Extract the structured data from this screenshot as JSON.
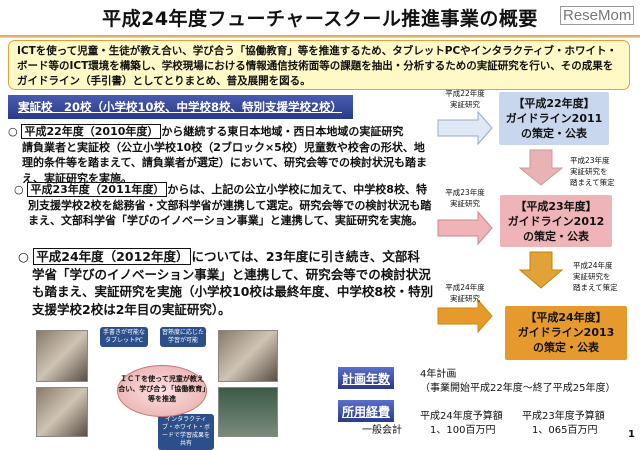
{
  "title": "平成24年度フューチャースクール推進事業の概要",
  "logo": "ReseMom",
  "intro": "ICTを使って児童・生徒が教え合い、学び合う「協働教育」等を推進するため、タブレットPCやインタラクティブ・ホワイト・ボード等のICT環境を構築し、学校現場における情報通信技術面等の課題を抽出・分析するための実証研究を行い、その成果をガイドライン（手引書）としてとりまとめ、普及展開を図る。",
  "banner": "実証校　20校（小学校10校、中学校8校、特別支援学校2校）",
  "paragraphs": [
    {
      "bullet": "○",
      "year": "平成22年度（2010年度）",
      "first": "から継続する東日本地域・西日本地域の実証研究",
      "rest": "請負業者と実証校（公立小学校10校（2ブロック×5校）児童数や校舎の形状、地理的条件等を踏まえて、請負業者が選定）において、研究会等での検討状況も踏まえ、実証研究を実施。"
    },
    {
      "bullet": "○",
      "year": "平成23年度（2011年度）",
      "first": "からは、上記の公立小学校に加えて、中学校8校、特",
      "rest": "別支援学校2校を総務省・文部科学省が連携して選定。研究会等での検討状況も踏まえ、文部科学省「学びのイノベーション事業」と連携して、実証研究を実施。"
    },
    {
      "bullet": "○",
      "year": "平成24年度（2012年度）",
      "first": "については、23年度に引き続き、文部科",
      "rest": "学省「学びのイノベーション事業」と連携して、研究会等での検討状況も踏まえ、実証研究を実施（小学校10校は最終年度、中学校8校・特別支援学校2校は2年目の実証研究）。"
    }
  ],
  "collage": {
    "center": "ＩＣＴを使って児童が教え合い、学び合う「協働教育」等を推進",
    "callouts": [
      "手書きが可能なタブレットPC",
      "習熟度に応じた学習が可能",
      "インタラクティブ・ホワイト・ボードで学習成果を共有"
    ]
  },
  "flow": {
    "inputs": [
      "平成22年度\n実証研究",
      "平成23年度\n実証研究",
      "平成24年度\n実証研究"
    ],
    "boxes": [
      {
        "year": "【平成22年度】",
        "name": "ガイドライン2011",
        "sub": "の策定・公表",
        "color": "#c9d7ee"
      },
      {
        "year": "【平成23年度】",
        "name": "ガイドライン2012",
        "sub": "の策定・公表",
        "color": "#eeb4b8"
      },
      {
        "year": "【平成24年度】",
        "name": "ガイドライン2013",
        "sub": "の策定・公表",
        "color": "#e69a2e"
      }
    ],
    "notes": [
      "平成23年度\n実証研究を\n踏まえて策定",
      "平成24年度\n実証研究を\n踏まえて策定"
    ]
  },
  "plan": {
    "label": "計画年数",
    "line1": "4年計画",
    "line2": "（事業開始平成22年度～終了平成25年度）"
  },
  "cost": {
    "label": "所用経費",
    "account": "一般会計",
    "col1_head": "平成24年度予算額",
    "col1_val": "1、100百万円",
    "col2_head": "平成23年度予算額",
    "col2_val": "1、065百万円"
  },
  "page": "1"
}
